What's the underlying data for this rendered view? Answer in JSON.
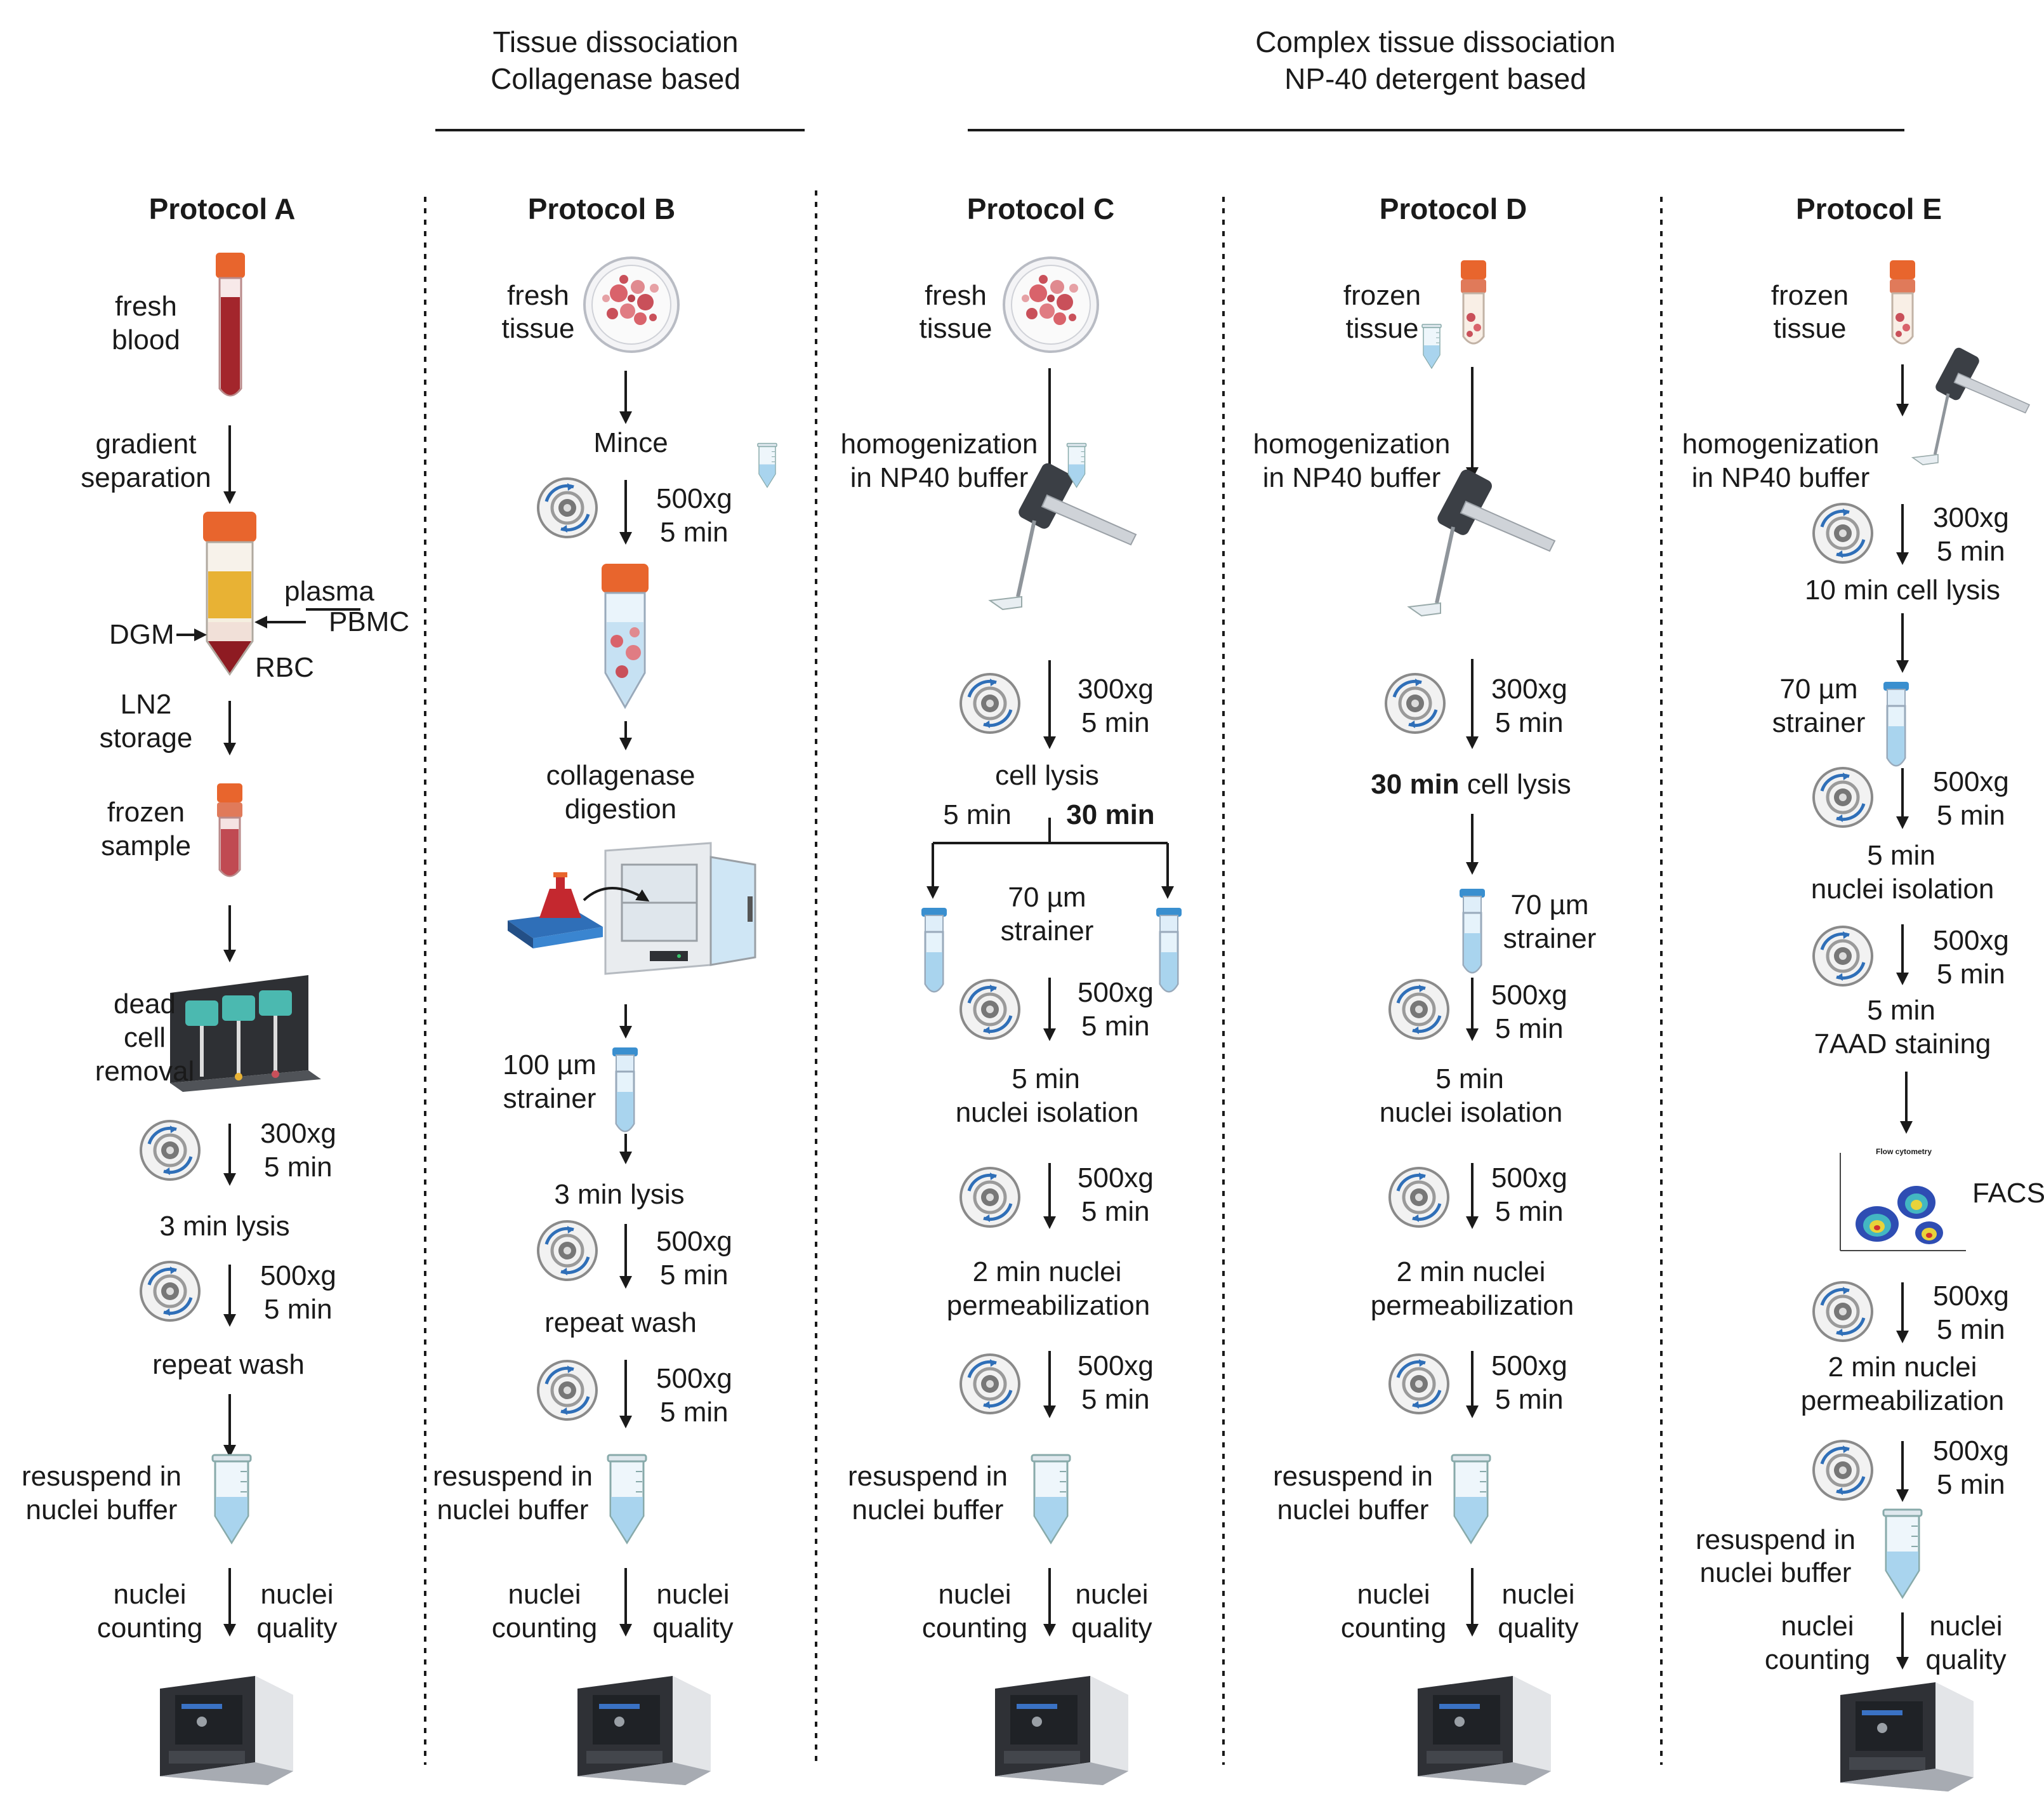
{
  "headers": {
    "left_line1": "Tissue dissociation",
    "left_line2": "Collagenase based",
    "right_line1": "Complex tissue dissociation",
    "right_line2": "NP-40 detergent based"
  },
  "protocols": [
    "Protocol A",
    "Protocol B",
    "Protocol C",
    "Protocol D",
    "Protocol E"
  ],
  "colA": {
    "sample": [
      "fresh",
      "blood"
    ],
    "step1": [
      "gradient",
      "separation"
    ],
    "plasma": "plasma",
    "pbmc": "PBMC",
    "dgm": "DGM",
    "rbc": "RBC",
    "step2": [
      "LN2",
      "storage"
    ],
    "frozen": [
      "frozen",
      "sample"
    ],
    "dead": [
      "dead",
      "cell",
      "removal"
    ],
    "spin1": [
      "300xg",
      "5 min"
    ],
    "lysis": "3 min lysis",
    "spin2": [
      "500xg",
      "5 min"
    ],
    "wash": "repeat wash",
    "resuspend": [
      "resuspend in",
      "nuclei buffer"
    ],
    "count": [
      "nuclei",
      "counting"
    ],
    "quality": [
      "nuclei",
      "quality"
    ]
  },
  "colB": {
    "sample": [
      "fresh",
      "tissue"
    ],
    "mince": "Mince",
    "spin1": [
      "500xg",
      "5 min"
    ],
    "digest": [
      "collagenase",
      "digestion"
    ],
    "strainer": [
      "100 µm",
      "strainer"
    ],
    "lysis": "3 min lysis",
    "spin2": [
      "500xg",
      "5 min"
    ],
    "wash": "repeat wash",
    "spin3": [
      "500xg",
      "5 min"
    ],
    "resuspend": [
      "resuspend in",
      "nuclei buffer"
    ],
    "count": [
      "nuclei",
      "counting"
    ],
    "quality": [
      "nuclei",
      "quality"
    ]
  },
  "colC": {
    "sample": [
      "fresh",
      "tissue"
    ],
    "homog": [
      "homogenization",
      "in NP40 buffer"
    ],
    "spin1": [
      "300xg",
      "5 min"
    ],
    "lysis": "cell lysis",
    "opt_short": "5 min",
    "opt_long": "30 min",
    "strainer": [
      "70 µm",
      "strainer"
    ],
    "spin2": [
      "500xg",
      "5 min"
    ],
    "isolation": [
      "5 min",
      "nuclei isolation"
    ],
    "spin3": [
      "500xg",
      "5 min"
    ],
    "perm": [
      "2 min nuclei",
      "permeabilization"
    ],
    "spin4": [
      "500xg",
      "5 min"
    ],
    "resuspend": [
      "resuspend in",
      "nuclei buffer"
    ],
    "count": [
      "nuclei",
      "counting"
    ],
    "quality": [
      "nuclei",
      "quality"
    ]
  },
  "colD": {
    "sample": [
      "frozen",
      "tissue"
    ],
    "homog": [
      "homogenization",
      "in NP40 buffer"
    ],
    "spin1": [
      "300xg",
      "5 min"
    ],
    "lysis_bold": "30 min",
    "lysis_rest": " cell lysis",
    "strainer": [
      "70 µm",
      "strainer"
    ],
    "spin2": [
      "500xg",
      "5 min"
    ],
    "isolation": [
      "5 min",
      "nuclei isolation"
    ],
    "spin3": [
      "500xg",
      "5 min"
    ],
    "perm": [
      "2 min nuclei",
      "permeabilization"
    ],
    "spin4": [
      "500xg",
      "5 min"
    ],
    "resuspend": [
      "resuspend in",
      "nuclei buffer"
    ],
    "count": [
      "nuclei",
      "counting"
    ],
    "quality": [
      "nuclei",
      "quality"
    ]
  },
  "colE": {
    "sample": [
      "frozen",
      "tissue"
    ],
    "homog": [
      "homogenization",
      "in NP40 buffer"
    ],
    "spin1": [
      "300xg",
      "5 min"
    ],
    "lysis": "10 min cell lysis",
    "strainer": [
      "70 µm",
      "strainer"
    ],
    "spin2": [
      "500xg",
      "5 min"
    ],
    "isolation": [
      "5 min",
      "nuclei isolation"
    ],
    "spin3": [
      "500xg",
      "5 min"
    ],
    "stain": [
      "5 min",
      "7AAD staining"
    ],
    "facs": "FACS",
    "facs_title": "Flow cytometry",
    "spin4": [
      "500xg",
      "5 min"
    ],
    "perm": [
      "2 min nuclei",
      "permeabilization"
    ],
    "spin5": [
      "500xg",
      "5 min"
    ],
    "resuspend": [
      "resuspend in",
      "nuclei buffer"
    ],
    "count": [
      "nuclei",
      "counting"
    ],
    "quality": [
      "nuclei",
      "quality"
    ]
  },
  "colors": {
    "blood": "#a3262c",
    "cap": "#e8652d",
    "tube_liquid": "#a9d4ee",
    "centrifuge_arrow": "#2f6fb8",
    "plasma": "#e8b234"
  }
}
